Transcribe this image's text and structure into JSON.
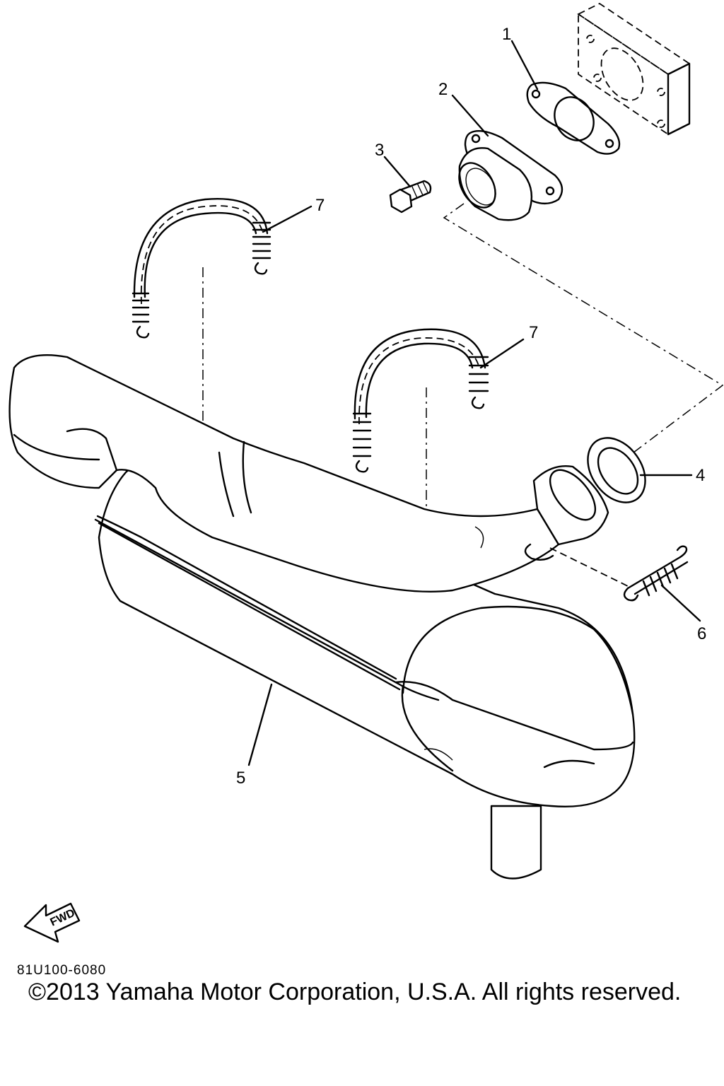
{
  "diagram": {
    "callouts": [
      "1",
      "2",
      "3",
      "7",
      "7",
      "4",
      "6",
      "5"
    ],
    "fwd_label": "FWD",
    "part_code": "81U100-6080",
    "copyright": "©2013 Yamaha Motor Corporation, U.S.A. All rights reserved."
  }
}
